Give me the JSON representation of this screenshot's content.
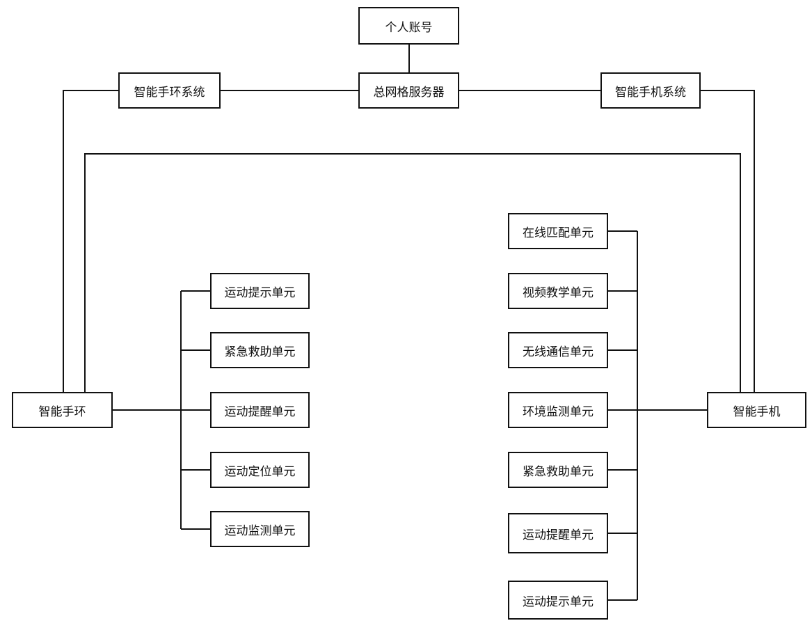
{
  "diagram": {
    "server": {
      "account_label": "个人账号",
      "server_label": "总网格服务器"
    },
    "systems": {
      "band_system_label": "智能手环系统",
      "phone_system_label": "智能手机系统"
    },
    "band": {
      "label": "智能手环",
      "units": [
        "运动提示单元",
        "紧急救助单元",
        "运动提醒单元",
        "运动定位单元",
        "运动监测单元"
      ]
    },
    "phone": {
      "label": "智能手机",
      "units": [
        "在线匹配单元",
        "视频教学单元",
        "无线通信单元",
        "环境监测单元",
        "紧急救助单元",
        "运动提醒单元",
        "运动提示单元"
      ]
    },
    "colors": {
      "line": "#111111",
      "box_border": "#111111",
      "background": "#ffffff"
    }
  }
}
